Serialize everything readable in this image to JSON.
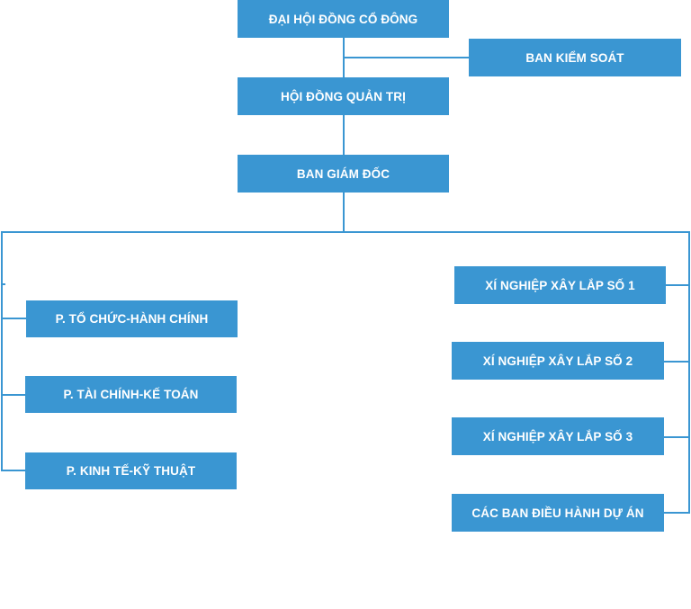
{
  "org_chart": {
    "top": {
      "agm": "ĐẠI HỘI ĐỒNG CỔ ĐÔNG",
      "supervisory": "BAN KIỂM SOÁT",
      "board": "HỘI ĐỒNG QUẢN TRỊ",
      "directors": "BAN GIÁM ĐỐC"
    },
    "left_departments": [
      "P. TỔ CHỨC-HÀNH CHÍNH",
      "P. TÀI CHÍNH-KẾ TOÁN",
      "P. KINH TẾ-KỸ THUẬT"
    ],
    "right_units": [
      "XÍ NGHIỆP XÂY LẮP SỐ 1",
      "XÍ NGHIỆP XÂY LẮP SỐ 2",
      "XÍ NGHIỆP XÂY LẮP SỐ 3",
      "CÁC BAN ĐIỀU HÀNH DỰ ÁN"
    ],
    "colors": {
      "box_fill": "#3a96d2",
      "box_text": "#ffffff",
      "connector": "#3a96d2"
    }
  }
}
